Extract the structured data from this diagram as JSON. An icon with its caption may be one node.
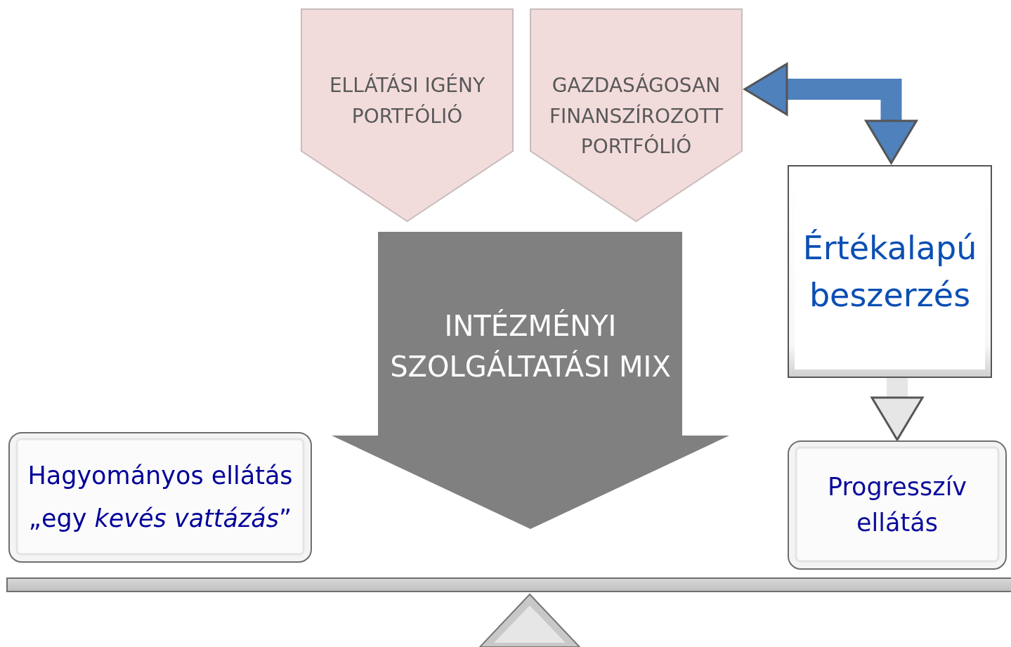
{
  "diagram": {
    "nodes": [
      {
        "text": [
          "ELLÁTÁSI IGÉNY PORTFÓLIÓ"
        ]
      },
      {
        "text": [
          "GAZDASÁGOSAN FINANSZÍROZOTT PORTFÓLIÓ"
        ]
      },
      {
        "text": [
          "INTÉZMÉNYI SZOLGÁLTATÁSI MIX"
        ]
      },
      {
        "text": [
          "Értékalapú beszerzés"
        ]
      },
      {
        "text": [
          "Hagyományos ellátás",
          "„egy *kevés vattázás*”"
        ]
      },
      {
        "text": [
          "Progresszív ellátás"
        ]
      }
    ],
    "edges": [
      {
        "from": 1,
        "to": 3,
        "arrow": "both",
        "color": "#4f81bd"
      },
      {
        "from": 3,
        "to": 5,
        "arrow": "to",
        "color": "#e6e6e6"
      }
    ]
  }
}
